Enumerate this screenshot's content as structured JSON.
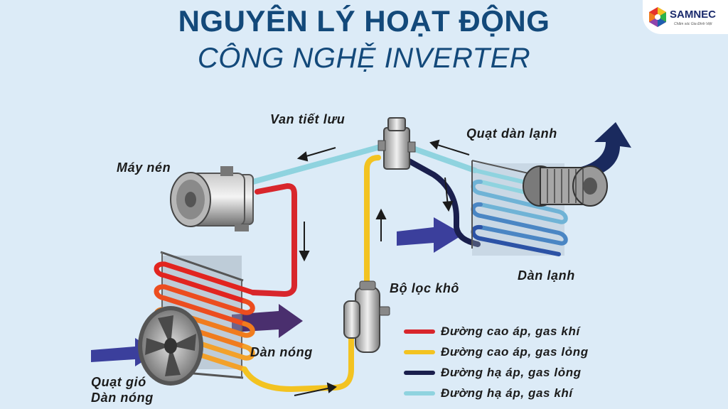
{
  "title": {
    "line1": "NGUYÊN LÝ HOẠT ĐỘNG",
    "line2": "CÔNG NGHỆ INVERTER"
  },
  "logo": {
    "name": "SAMNEC",
    "tagline": "Chăm sóc Gia Đình Việt",
    "icon": "hexagon-logo-icon"
  },
  "labels": {
    "van_tiet_luu": "Van tiết lưu",
    "may_nen": "Máy nén",
    "quat_dan_lanh": "Quạt dàn lạnh",
    "dan_lanh": "Dàn lạnh",
    "bo_loc_kho": "Bộ lọc khô",
    "dan_nong": "Dàn nóng",
    "quat_gio_line1": "Quạt gió",
    "quat_gio_line2": "Dàn nóng"
  },
  "legend": [
    {
      "label": "Đường cao áp, gas khí",
      "color": "#d8262c"
    },
    {
      "label": "Đường cao áp, gas lỏng",
      "color": "#f3c321"
    },
    {
      "label": "Đường hạ áp, gas lỏng",
      "color": "#1a1f4d"
    },
    {
      "label": "Đường hạ áp, gas khí",
      "color": "#8fd3df"
    }
  ],
  "colors": {
    "background": "#dcebf7",
    "title": "#13497a",
    "air_flow": "#3b3f9c",
    "air_flow_dark": "#1a2a5e"
  }
}
